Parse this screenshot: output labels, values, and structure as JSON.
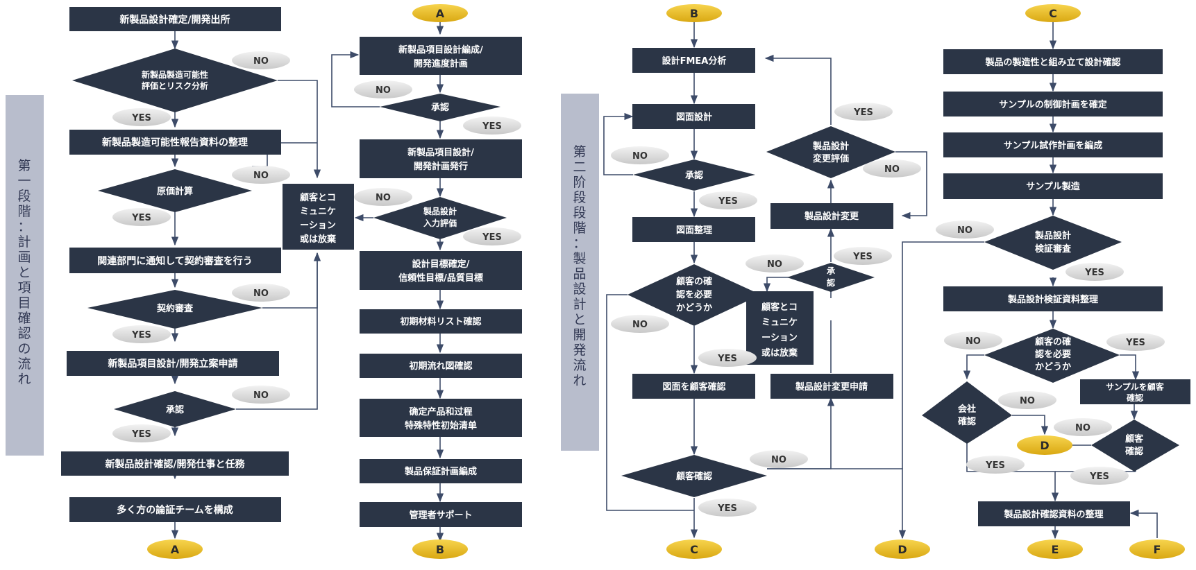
{
  "colors": {
    "box": "#2b3546",
    "connector": "#eec12e",
    "badge": "#dcdcdc",
    "line": "#3d4b68",
    "phase": "#b8bdcc",
    "phase_text": "#333a55"
  },
  "phase_labels": {
    "phase1": "第一段階：計画と項目確認の流れ",
    "phase2": "第二阶段段階：製品設計と開発流れ"
  },
  "connectors": {
    "A": "A",
    "B": "B",
    "C": "C",
    "D": "D",
    "E": "E",
    "F": "F"
  },
  "yes": "YES",
  "no": "NO",
  "col1": {
    "start": "新製品設計確定/開発出所",
    "d_feasibility": [
      "新製品製造可能性",
      "評価とリスク分析"
    ],
    "feasibility_report": "新製品製造可能性報告資料の整理",
    "d_cost": "原価計算",
    "notify": "関連部門に通知して契約審査を行う",
    "d_contract": "契約審査",
    "apply": "新製品項目設計/開発立案申請",
    "d_approve": "承認",
    "confirm_task": "新製品設計確認/開発仕事と任務",
    "team": "多く方の論証チームを構成"
  },
  "comm1": [
    "顧客とコ",
    "ミュニケ",
    "ーション",
    "或は放棄"
  ],
  "col2": {
    "plan": [
      "新製品項目設計編成/",
      "開発進度計画"
    ],
    "d_approve": "承認",
    "issue": [
      "新製品項目設計/",
      "開発計画発行"
    ],
    "d_input": [
      "製品設計",
      "入力評価"
    ],
    "targets": [
      "設計目標確定/",
      "信頼性目標/品質目標"
    ],
    "materials": "初期材料リスト確認",
    "flow": "初期流れ図確認",
    "special": [
      "确定产品和过程",
      "特殊特性初始清单"
    ],
    "assurance": "製品保証計画編成",
    "support": "管理者サポート"
  },
  "col3": {
    "fmea": "設計FMEA分析",
    "drawing": "図面設計",
    "d_approve": "承認",
    "arrange": "図面整理",
    "d_need": [
      "顧客の確",
      "認を必要",
      "かどうか"
    ],
    "customer_confirm": "図面を顧客確認",
    "d_customer": "顧客確認"
  },
  "col4": {
    "d_change_eval": [
      "製品設計",
      "変更評価"
    ],
    "change": "製品設計変更",
    "d_approve": [
      "承",
      "認"
    ],
    "change_apply": "製品設計変更申請"
  },
  "comm2": [
    "顧客とコ",
    "ミュニケ",
    "ーション",
    "或は放棄"
  ],
  "col5": {
    "manufacturability": "製品の製造性と組み立て設計確認",
    "control_plan": "サンプルの制御計画を確定",
    "trial_plan": "サンプル試作計画を編成",
    "sample_make": "サンプル製造",
    "d_verify": [
      "製品設計",
      "検証審査"
    ],
    "verify_docs": "製品設計検証資料整理",
    "d_need": [
      "顧客の確",
      "認を必要",
      "かどうか"
    ],
    "d_company": [
      "会社",
      "確認"
    ],
    "sample_customer": [
      "サンプルを顧客",
      "確認"
    ],
    "d_customer": [
      "顧客",
      "確認"
    ],
    "confirm_docs": "製品設計確認資料の整理"
  }
}
